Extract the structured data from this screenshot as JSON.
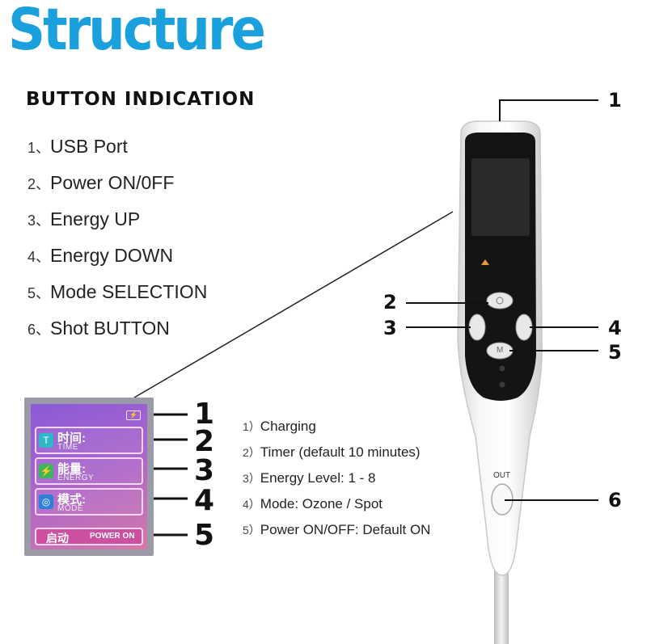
{
  "title": "Structure",
  "subtitle": "BUTTON INDICATION",
  "button_items": [
    {
      "num": "1、",
      "label": "USB Port"
    },
    {
      "num": "2、",
      "label": "Power ON/0FF"
    },
    {
      "num": "3、",
      "label": "Energy UP"
    },
    {
      "num": "4、",
      "label": "Energy DOWN"
    },
    {
      "num": "5、",
      "label": "Mode SELECTION"
    },
    {
      "num": "6、",
      "label": "Shot BUTTON"
    }
  ],
  "lcd_items": [
    {
      "num": "1）",
      "label": "Charging"
    },
    {
      "num": "2）",
      "label": "Timer (default 10 minutes)"
    },
    {
      "num": "3）",
      "label": "Energy Level: 1 - 8"
    },
    {
      "num": "4）",
      "label": "Mode: Ozone / Spot"
    },
    {
      "num": "5）",
      "label": "Power ON/OFF: Default ON"
    }
  ],
  "lcd_screen": {
    "time_cn": "时间:",
    "time_en": "TIME",
    "energy_cn": "能量:",
    "energy_en": "ENERGY",
    "mode_cn": "模式:",
    "mode_en": "MODE",
    "start_cn": "启动",
    "start_en": "POWER ON"
  },
  "device": {
    "out_label": "OUT",
    "mode_button_label": "M",
    "power_icon": "power-icon"
  },
  "pen_callouts": [
    "1",
    "2",
    "3",
    "4",
    "5",
    "6"
  ],
  "lcd_callouts": [
    "1",
    "2",
    "3",
    "4",
    "5"
  ],
  "colors": {
    "title": "#1aa0dc",
    "lcd_screen": "#9b63d2",
    "lcd_button": "#cc4fa0",
    "pen_body": "#f4f4f4",
    "pen_face": "#141414"
  }
}
